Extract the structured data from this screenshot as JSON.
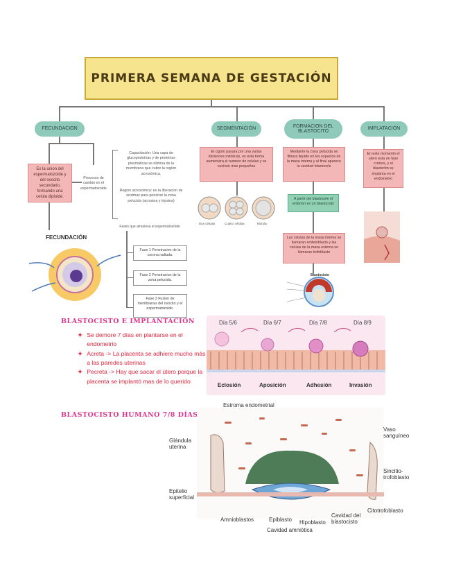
{
  "title": "PRIMERA SEMANA DE GESTACIÓN",
  "branches": {
    "fecundacion": "FECUNDACION",
    "segmentacion": "SEGMENTACIÓN",
    "formacion": "FORMACION DEL BLASTOCITO",
    "implantacion": "IMPLATACION"
  },
  "fecundacion": {
    "definition": "Es la union del espermatozoide y del ovocito secundario, formando una celula diploide.",
    "process_label": "Procesos de cambio en el espermatozoide",
    "capacitation": "Capacitación: Una capa de glucoproteínas y de proteínas plasmáticas se elimina de la membrana que cubre la región acrosómica.",
    "acrosome": "Region acrosomica: es la liberacion de enzimas para penetrar la zona pelucida (acrosina y tripsina)",
    "phases_label": "Fases que atraviesa el espermatozoide",
    "phase1": "Fase 1 Penetracion de la corona radiada.",
    "phase2": "Fase 2 Penetracion de la zona pelucida.",
    "phase3": "Fase 3 Fusion de membranas del ovocito y el espermatozoide.",
    "image_title": "FECUNDACIÓN"
  },
  "segmentacion": {
    "text": "El cigoto pasara por una varias divisiones mitóticas, es esta forma aumentara el numero de celulas y se vuelven mas pequeñas",
    "cells": [
      "Dos células",
      "Cuatro células",
      "Mórula"
    ]
  },
  "formacion": {
    "box1": "Mediante la zona pelucida se filtrara liquido en los espacios de la masa interna y al final aparece la cavidad blastocele",
    "box2": "A partir del blastocele el embrion es un blastocisto",
    "box3": "Las celulas de la masa interna se llamaran embrioblasto y las celulas de la masa externa se llamaran trofoblasto",
    "image_title": "Blastocisto"
  },
  "implantacion": {
    "text": "En este momento el utero esta en fase cretora, y el blastocito se implanta en el endometrio"
  },
  "section1": {
    "heading": "Blastocisto e implantación",
    "bullets": [
      "Se demore 7 días en plantarse en el endometrio",
      "Acreta -> La placenta se adhiere mucho más a las paredes uterinas",
      "Pecreta -> Hay que sacar el útero porque la placenta se implantó mas de lo querido"
    ]
  },
  "stages": {
    "days": [
      "Día 5/6",
      "Día 6/7",
      "Día 7/8",
      "Día 8/9"
    ],
    "labels": [
      "Eclosión",
      "Aposición",
      "Adhesión",
      "Invasión"
    ]
  },
  "section2": {
    "heading": "Blastocisto humano 7/8 días"
  },
  "histology": {
    "labels": {
      "estroma": "Estroma endometrial",
      "glandula": "Glándula uterina",
      "vaso": "Vaso sanguíneo",
      "sincitio": "Sincitio-trofoblasto",
      "epitelio": "Epitelio superficial",
      "citotrofoblasto": "Citotrofoblasto",
      "amnioblastos": "Amnioblastos",
      "epiblasto": "Epiblasto",
      "hipoblasto": "Hipoblasto",
      "cavidad_blastocisto": "Cavidad del blastocisto",
      "cavidad_amniotica": "Cavidad amniótica"
    }
  },
  "colors": {
    "title_bg": "#f7e48f",
    "branch": "#8fc9ba",
    "pink_box": "#f4b7b7",
    "green_box": "#92d1b4",
    "heading": "#e0358f",
    "bullets": "#e2233b"
  }
}
